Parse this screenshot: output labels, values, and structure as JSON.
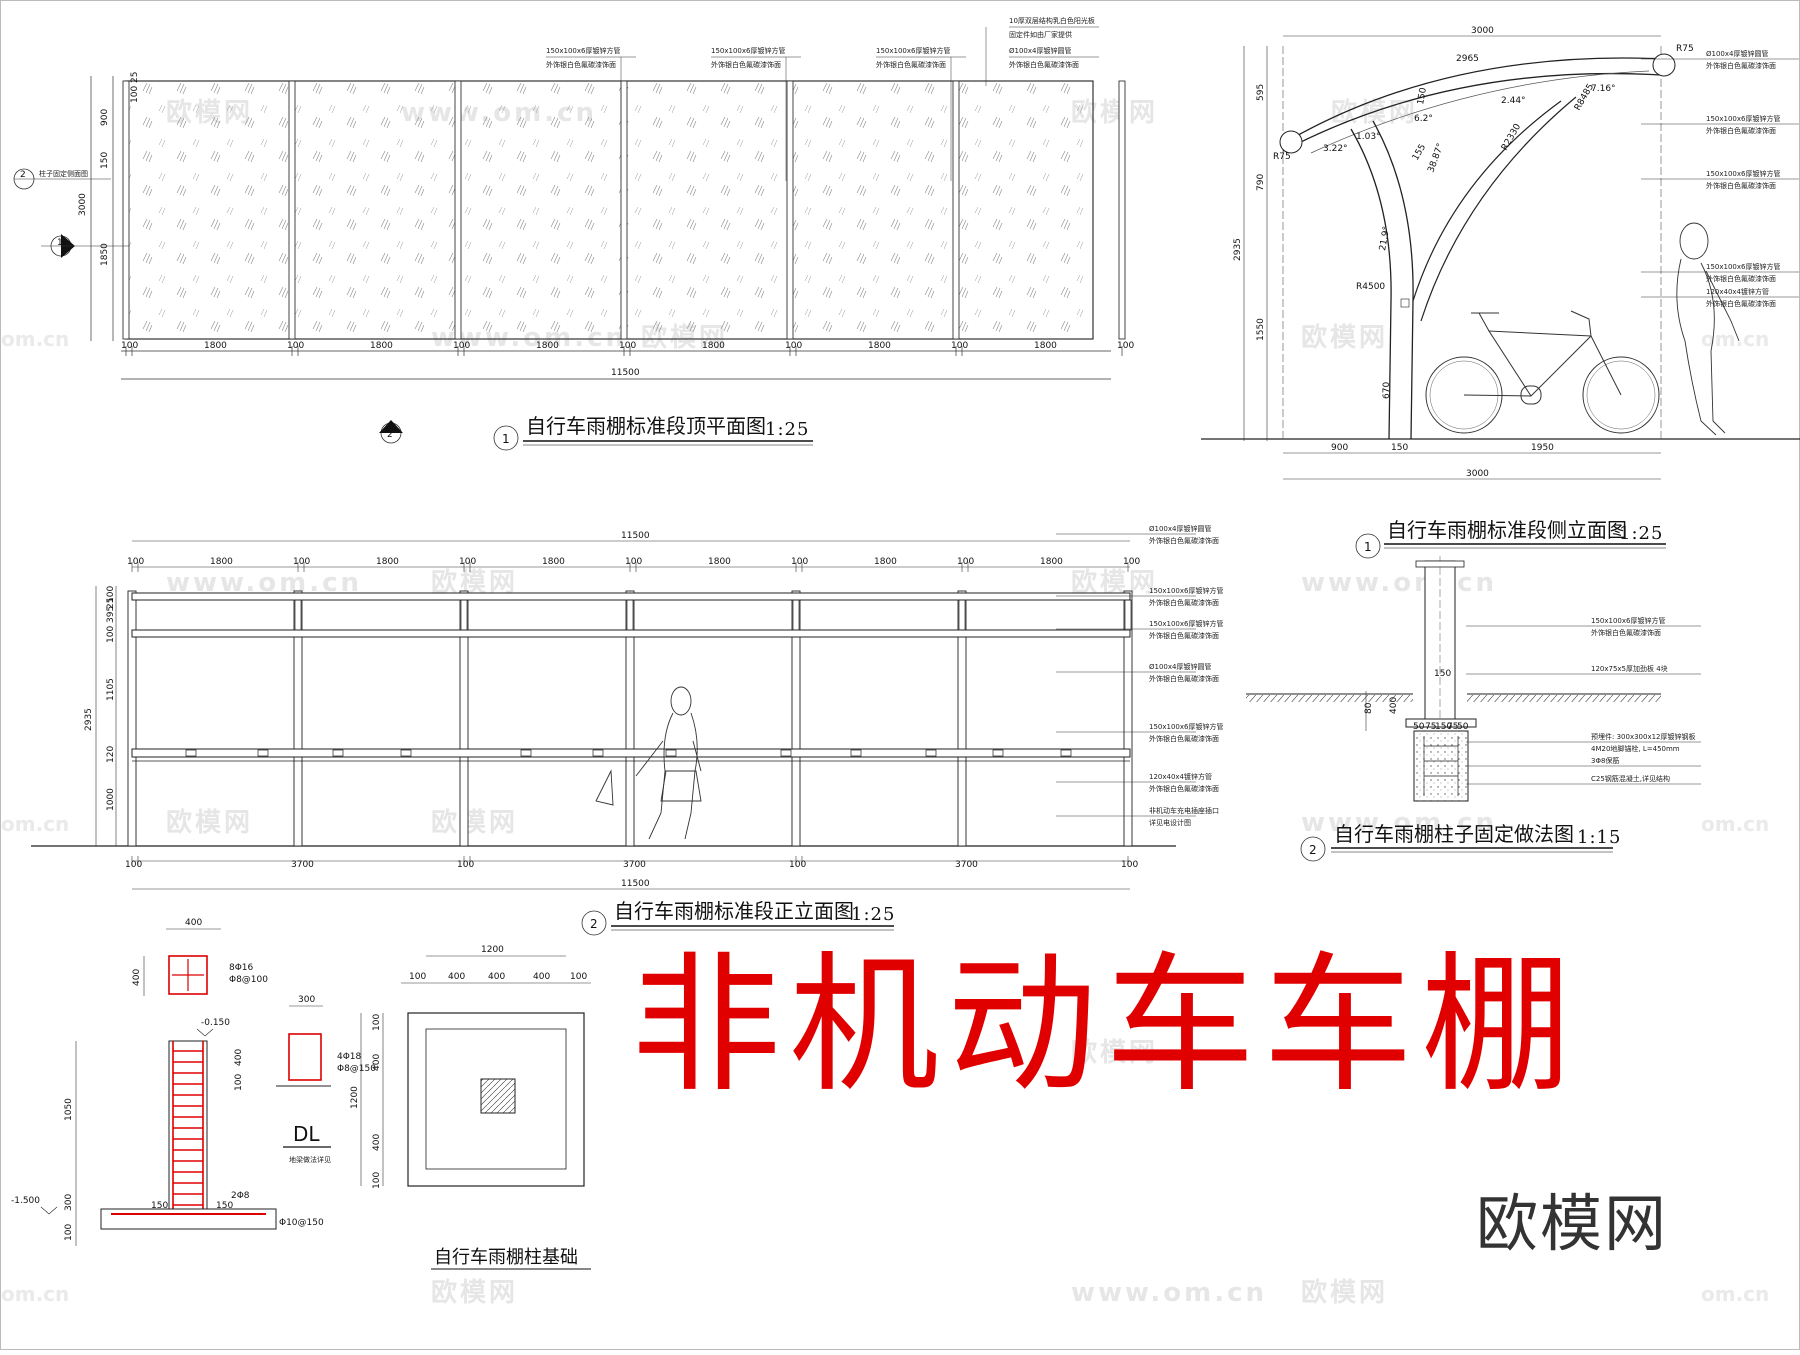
{
  "main_title": "非机动车车棚",
  "brand": "欧模网",
  "watermark": {
    "cn": "欧模网",
    "url": "www.om.cn",
    "url_short": "om.cn"
  },
  "plan": {
    "title": "自行车雨棚标准段顶平面图",
    "scale": "1:25",
    "num": "1",
    "dims_bottom": [
      "100",
      "1800",
      "100",
      "1800",
      "100",
      "1800",
      "100",
      "1800",
      "100",
      "1800",
      "100",
      "1800",
      "100"
    ],
    "total": "11500",
    "dims_left": [
      "900",
      "150",
      "3000",
      "1850"
    ],
    "top_small": "100 25",
    "callouts": [
      {
        "line1": "150x100x6厚镀锌方管",
        "line2": "外饰银白色氟碳漆饰面"
      },
      {
        "line1": "150x100x6厚镀锌方管",
        "line2": "外饰银白色氟碳漆饰面"
      },
      {
        "line1": "150x100x6厚镀锌方管",
        "line2": "外饰银白色氟碳漆饰面"
      },
      {
        "line1": "10厚双层结构乳白色阳光板",
        "line2": "固定件如由厂家提供"
      },
      {
        "line1": "Ø100x4厚镀锌圆管",
        "line2": "外饰银白色氟碳漆饰面"
      }
    ],
    "section_mark_left": {
      "num": "2",
      "label": "柱子固定侧面图"
    },
    "section_mark_mid": {
      "num": "1"
    },
    "section_mark_bottom": {
      "num": "2"
    }
  },
  "side": {
    "title": "自行车雨棚标准段侧立面图",
    "scale": "1:25",
    "num": "1",
    "top_dims": [
      "3000",
      "2965"
    ],
    "bottom_dims": [
      "900",
      "150",
      "1950"
    ],
    "bottom_total": "3000",
    "left_dims": [
      "595",
      "790",
      "2935",
      "1550",
      "670"
    ],
    "radii": [
      "R75",
      "R75",
      "R8485",
      "R2330",
      "R4500"
    ],
    "angles": [
      "7.16°",
      "6.2°",
      "2.44°",
      "3.22°",
      "1.03°",
      "38.87°",
      "21.9°"
    ],
    "small": [
      "150",
      "155"
    ],
    "callouts": [
      {
        "line1": "Ø100x4厚镀锌圆管",
        "line2": "外饰银白色氟碳漆饰面"
      },
      {
        "line1": "150x100x6厚镀锌方管",
        "line2": "外饰银白色氟碳漆饰面"
      },
      {
        "line1": "150x100x6厚镀锌方管",
        "line2": "外饰银白色氟碳漆饰面"
      },
      {
        "line1": "150x100x6厚镀锌方管",
        "line2": "外饰银白色氟碳漆饰面"
      },
      {
        "line1": "120x40x4镀锌方管",
        "line2": "外饰银白色氟碳漆饰面"
      }
    ]
  },
  "front": {
    "title": "自行车雨棚标准段正立面图",
    "scale": "1:25",
    "num": "2",
    "total": "11500",
    "top_dims": [
      "100",
      "1800",
      "100",
      "1800",
      "100",
      "1800",
      "100",
      "1800",
      "100",
      "1800",
      "100",
      "1800",
      "100"
    ],
    "bottom_dims": [
      "100",
      "3700",
      "100",
      "3700",
      "100",
      "3700",
      "100"
    ],
    "left_dims": [
      "100",
      "25",
      "395",
      "100",
      "1105",
      "2935",
      "120",
      "1000"
    ],
    "callouts": [
      {
        "line1": "Ø100x4厚镀锌圆管",
        "line2": "外饰银白色氟碳漆饰面"
      },
      {
        "line1": "150x100x6厚镀锌方管",
        "line2": "外饰银白色氟碳漆饰面"
      },
      {
        "line1": "150x100x6厚镀锌方管",
        "line2": "外饰银白色氟碳漆饰面"
      },
      {
        "line1": "Ø100x4厚镀锌圆管",
        "line2": "外饰银白色氟碳漆饰面"
      },
      {
        "line1": "150x100x6厚镀锌方管",
        "line2": "外饰银白色氟碳漆饰面"
      },
      {
        "line1": "120x40x4镀锌方管",
        "line2": "外饰银白色氟碳漆饰面"
      },
      {
        "line1": "非机动车充电插座插口",
        "line2": "详见电设计图"
      }
    ]
  },
  "fixing": {
    "title": "自行车雨棚柱子固定做法图",
    "scale": "1:15",
    "num": "2",
    "dims": [
      "150",
      "80",
      "400",
      "50",
      "75",
      "150",
      "75",
      "50",
      "150"
    ],
    "callouts": [
      {
        "line1": "150x100x6厚镀锌方管",
        "line2": "外饰银白色氟碳漆饰面"
      },
      {
        "line1": "120x75x5厚加劲板 4块",
        "line2": ""
      },
      {
        "line1": "预埋件: 300x300x12厚镀锌钢板",
        "line2": "4M20地脚锚栓, L=450mm"
      },
      {
        "line1": "3Φ8保筋",
        "line2": ""
      },
      {
        "line1": "C25钢筋混凝土,详见结构",
        "line2": ""
      }
    ]
  },
  "foundation_section": {
    "top_dim": "400",
    "side_dim": "400",
    "rebar1a": "8Φ16",
    "rebar1b": "Φ8@100",
    "elev1": "-0.150",
    "beam_dim": "300",
    "rebar2a": "4Φ18",
    "rebar2b": "Φ8@150",
    "beam_side": [
      "400",
      "100"
    ],
    "dl_label": "DL",
    "dl_note": "地梁做法详见",
    "left_dims": [
      "1050",
      "300",
      "100"
    ],
    "elev2": "-1.500",
    "rebar3": "2Φ8",
    "bottom_labels": [
      "150",
      "150"
    ],
    "rebar4": "Φ10@150"
  },
  "foundation_plan": {
    "title": "自行车雨棚柱基础",
    "top_total": "1200",
    "top_dims": [
      "100",
      "400",
      "400",
      "400",
      "100"
    ],
    "left_dims": [
      "100",
      "400",
      "1200",
      "400",
      "400",
      "100"
    ]
  }
}
